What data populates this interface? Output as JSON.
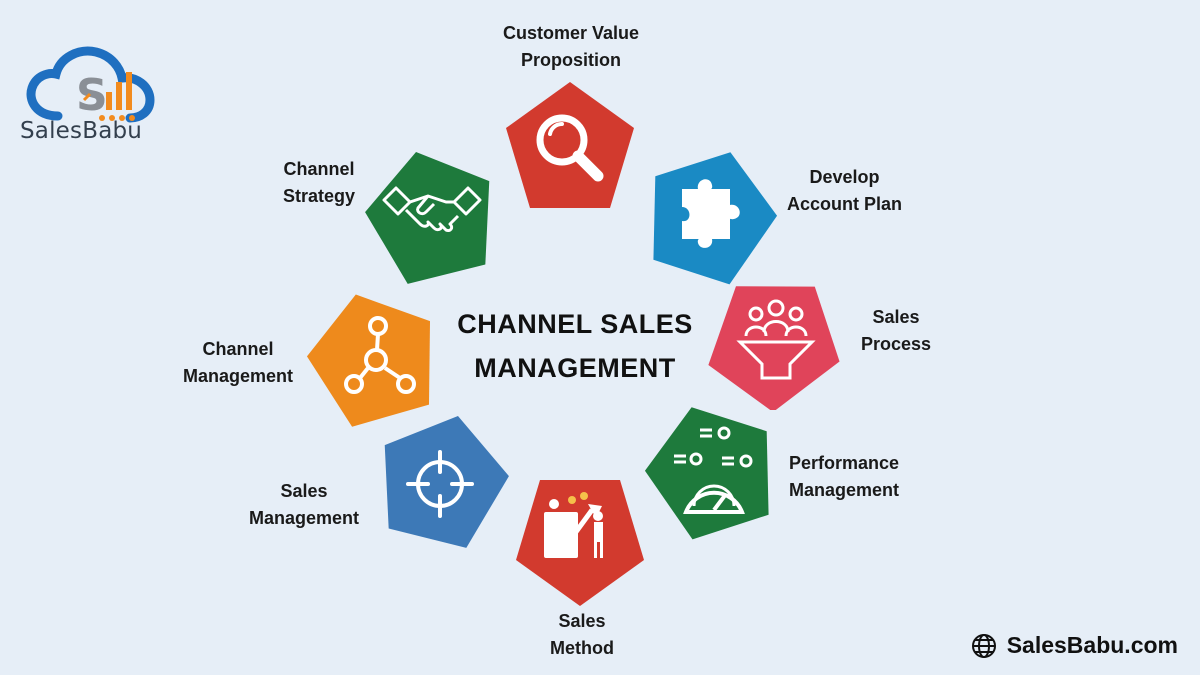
{
  "brand": {
    "logo_text": "SalesBabu",
    "website": "SalesBabu.com"
  },
  "center": {
    "line1": "CHANNEL SALES",
    "line2": "MANAGEMENT"
  },
  "nodes": [
    {
      "label1": "Customer Value",
      "label2": "Proposition",
      "color": "#d23a2e",
      "icon": "magnifier-icon"
    },
    {
      "label1": "Develop",
      "label2": "Account Plan",
      "color": "#1a8ac4",
      "icon": "puzzle-piece-icon"
    },
    {
      "label1": "Sales",
      "label2": "Process",
      "color": "#e0445a",
      "icon": "team-funnel-icon"
    },
    {
      "label1": "Performance",
      "label2": "Management",
      "color": "#1e7a3c",
      "icon": "gauge-settings-icon"
    },
    {
      "label1": "Sales",
      "label2": "Method",
      "color": "#d23a2e",
      "icon": "sales-growth-icon"
    },
    {
      "label1": "Sales",
      "label2": "Management",
      "color": "#3d79b7",
      "icon": "crosshair-target-icon"
    },
    {
      "label1": "Channel",
      "label2": "Management",
      "color": "#ee8a1c",
      "icon": "network-nodes-icon"
    },
    {
      "label1": "Channel",
      "label2": "Strategy",
      "color": "#1e7a3c",
      "icon": "handshake-icon"
    }
  ]
}
